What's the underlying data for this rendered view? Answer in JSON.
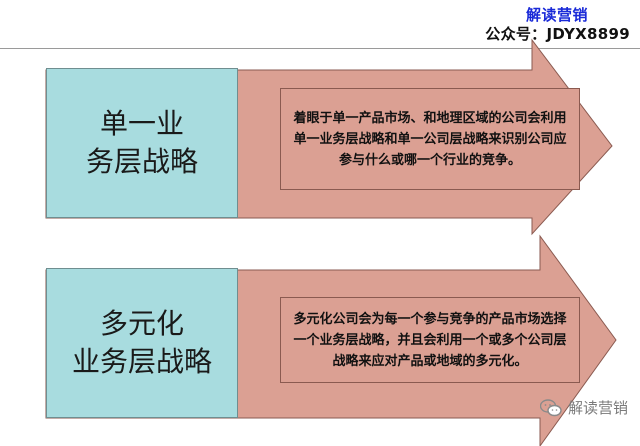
{
  "header": {
    "brand_title": "解读营销",
    "account_line": "公众号：JDYX8899"
  },
  "blocks": [
    {
      "title": "单一业\n务层战略",
      "description": "着眼于单一产品市场、和地理区域的公司会利用单一业务层战略和单一公司层战略来识别公司应参与什么或哪一个行业的竞争。"
    },
    {
      "title": "多元化\n业务层战略",
      "description": "多元化公司会为每一个参与竞争的产品市场选择一个业务层战略，并且会利用一个或多个公司层战略来应对产品或地域的多元化。"
    }
  ],
  "watermark": {
    "text": "解读营销",
    "icon": "wechat-icon"
  },
  "colors": {
    "box_fill": "#a8dcdf",
    "arrow_fill": "#dba093",
    "arrow_stroke": "#8a5a50",
    "brand_blue": "#1a2ad8"
  }
}
